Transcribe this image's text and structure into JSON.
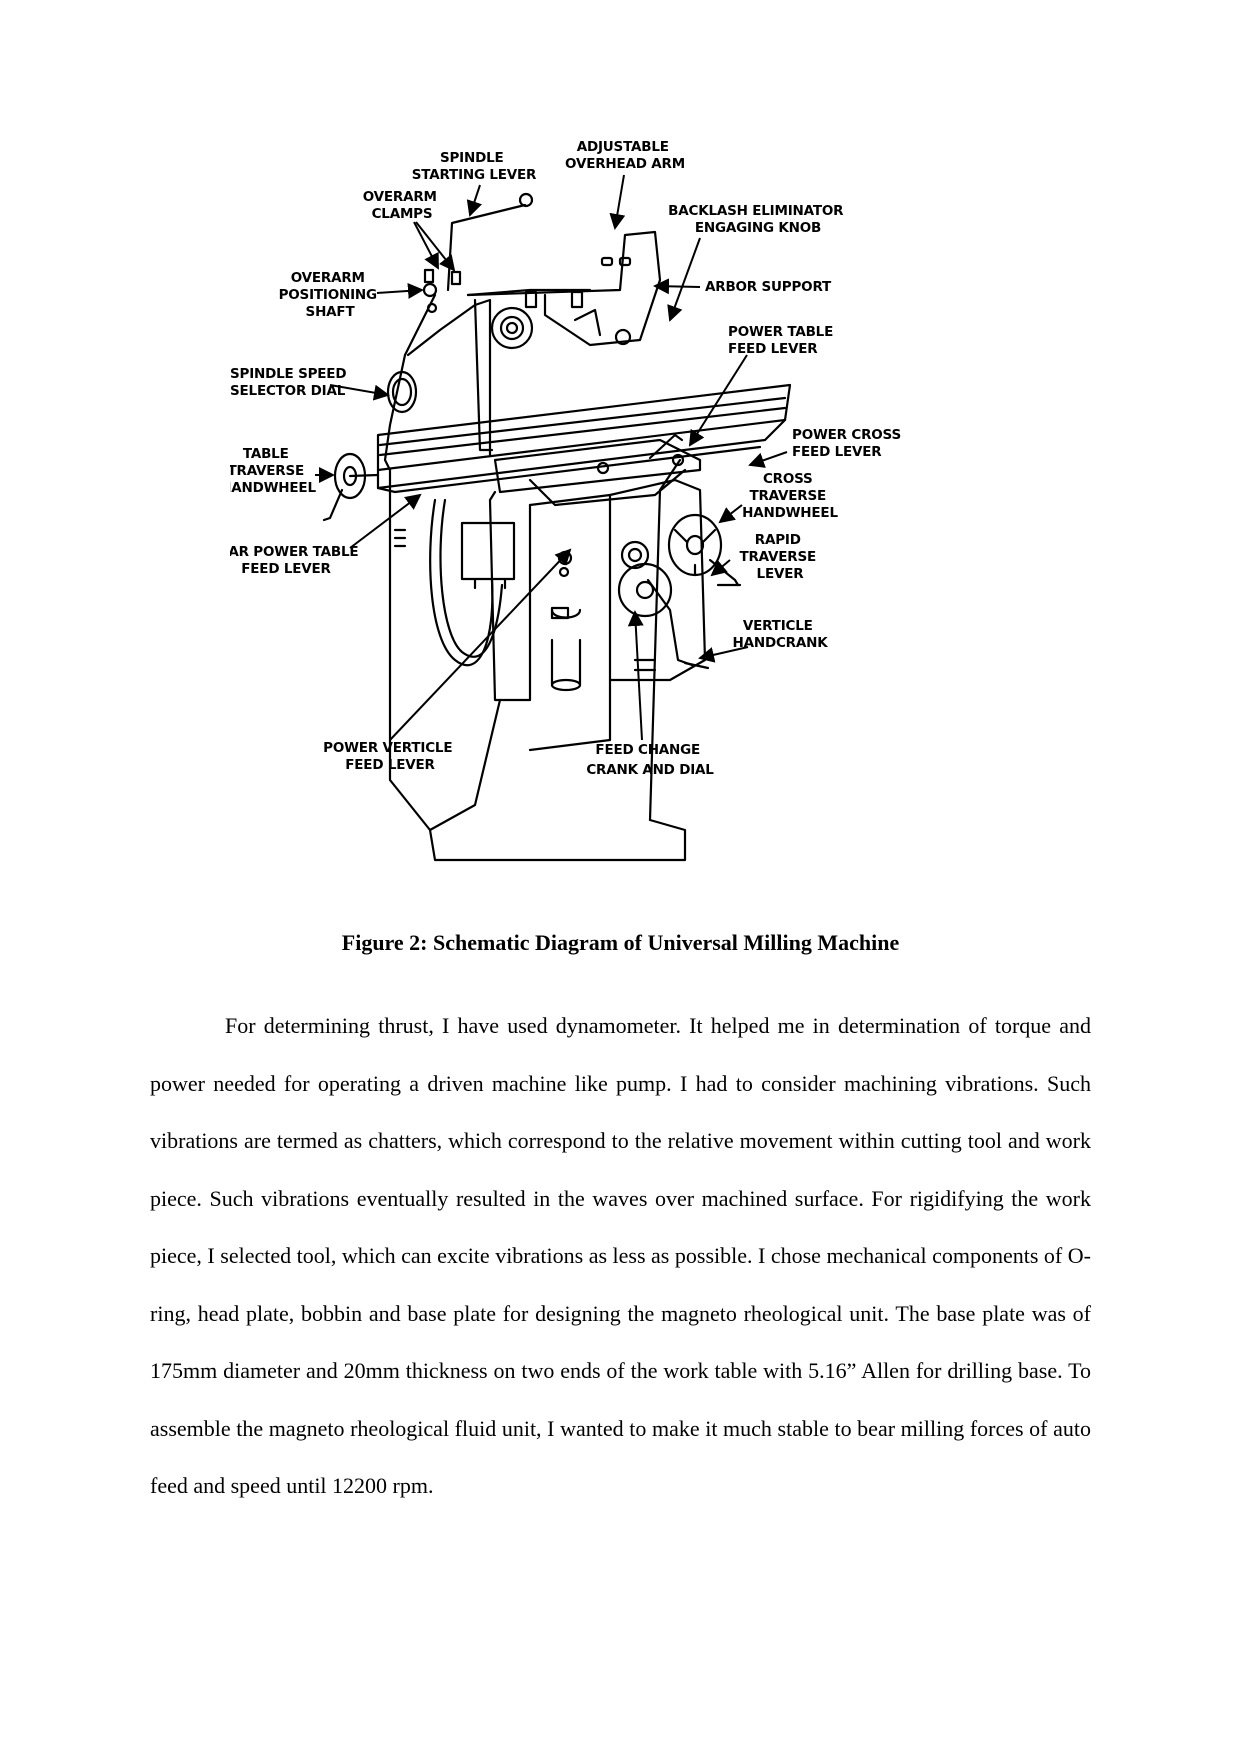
{
  "figure": {
    "labels": {
      "spindle_starting_lever": [
        "SPINDLE",
        "STARTING LEVER"
      ],
      "adjustable_overhead_arm": [
        "ADJUSTABLE",
        "OVERHEAD ARM"
      ],
      "overarm_clamps": [
        "OVERARM",
        "CLAMPS"
      ],
      "backlash_eliminator": [
        "BACKLASH ELIMINATOR",
        "ENGAGING KNOB"
      ],
      "overarm_positioning_shaft": [
        "OVERARM",
        "POSITIONING",
        "SHAFT"
      ],
      "arbor_support": [
        "ARBOR SUPPORT"
      ],
      "power_table_feed_lever": [
        "POWER TABLE",
        "FEED LEVER"
      ],
      "spindle_speed_selector_dial": [
        "SPINDLE SPEED",
        "SELECTOR DIAL"
      ],
      "power_cross_feed_lever": [
        "POWER CROSS",
        "FEED LEVER"
      ],
      "table_traverse_handwheel": [
        "TABLE",
        "TRAVERSE",
        "HANDWHEEL"
      ],
      "cross_traverse_handwheel": [
        "CROSS",
        "TRAVERSE",
        "HANDWHEEL"
      ],
      "rear_power_table_feed_lever": [
        "REAR POWER TABLE",
        "FEED LEVER"
      ],
      "rapid_traverse_lever": [
        "RAPID",
        "TRAVERSE",
        "LEVER"
      ],
      "verticle_handcrank": [
        "VERTICLE",
        "HANDCRANK"
      ],
      "power_verticle_feed_lever": [
        "POWER VERTICLE",
        "FEED LEVER"
      ],
      "feed_change_crank_and_dial": [
        "FEED CHANGE",
        "CRANK AND DIAL"
      ]
    }
  },
  "caption": "Figure 2: Schematic Diagram of Universal Milling Machine",
  "paragraph": "For determining thrust, I have used dynamometer. It helped me in determination of torque and power needed for operating a driven machine like pump. I had to consider machining vibrations. Such vibrations are termed as chatters, which correspond to the relative movement within cutting tool and work piece. Such vibrations eventually resulted in the waves over machined surface. For rigidifying the work piece, I selected tool, which can excite vibrations as less as possible. I chose mechanical components of O-ring, head plate, bobbin and base plate for designing the magneto rheological unit. The base plate was of 175mm diameter and 20mm thickness on two ends of the work table with 5.16” Allen for drilling base. To assemble the magneto rheological fluid unit, I wanted to make it much stable to bear milling forces of auto feed and speed until 12200 rpm."
}
